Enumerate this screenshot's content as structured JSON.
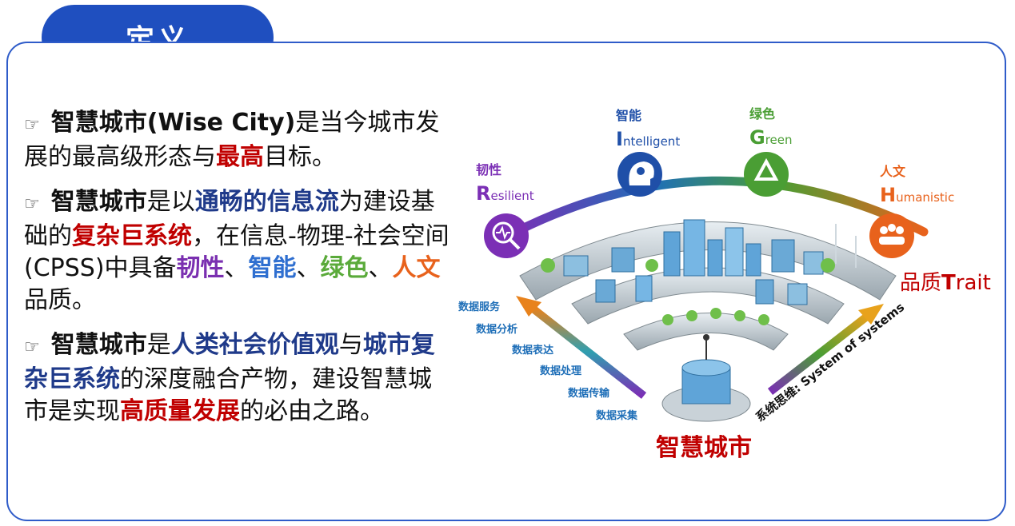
{
  "header": {
    "tab_label": "定义"
  },
  "bullets": {
    "p1": {
      "a": "智慧城市(Wise City)",
      "b": "是当今城市发展的最高级形态与",
      "c": "最高",
      "d": "目标。"
    },
    "p2": {
      "a": "智慧城市",
      "b": "是以",
      "c": "通畅的信息流",
      "d": "为建设基础的",
      "e": "复杂巨系统",
      "f": "，在信息-物理-社会空间(CPSS)中具备",
      "g": "韧性",
      "h": "、",
      "i": "智能",
      "j": "、",
      "k": "绿色",
      "l": "、",
      "m": "人文",
      "n": "品质。"
    },
    "p3": {
      "a": "智慧城市",
      "b": "是",
      "c": "人类社会价值观",
      "d": "与",
      "e": "城市复杂巨系统",
      "f": "的深度融合产物，建设智慧城市是实现",
      "g": "高质量发展",
      "h": "的必由之路。"
    }
  },
  "diagram": {
    "traits": [
      {
        "cn": "韧性",
        "initial": "R",
        "rest": "esilient",
        "color": "#7b2fb5",
        "icon": "magnifier-pulse-icon"
      },
      {
        "cn": "智能",
        "initial": "I",
        "rest": "ntelligent",
        "color": "#1f4fa8",
        "icon": "head-gears-icon"
      },
      {
        "cn": "绿色",
        "initial": "G",
        "rest": "reen",
        "color": "#4a9e34",
        "icon": "recycle-icon"
      },
      {
        "cn": "人文",
        "initial": "H",
        "rest": "umanistic",
        "color": "#e8621c",
        "icon": "people-group-icon"
      }
    ],
    "trait_label": {
      "cn": "品质",
      "initial": "T",
      "rest": "rait"
    },
    "data_steps": [
      "数据服务",
      "数据分析",
      "数据表达",
      "数据处理",
      "数据传输",
      "数据采集"
    ],
    "system_label": "系统思维: System of systems",
    "center_label": "智慧城市"
  }
}
